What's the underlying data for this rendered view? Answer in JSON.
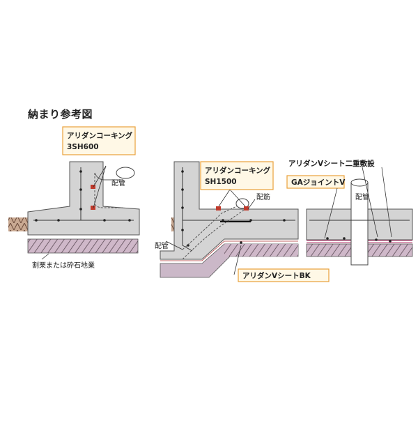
{
  "title": "納まり参考図",
  "labels": {
    "caulk_3sh600_line1": "アリダンコーキング",
    "caulk_3sh600_line2": "3SH600",
    "caulk_sh1500_line1": "アリダンコーキング",
    "caulk_sh1500_line2": "SH1500",
    "pipe_left": "配管",
    "pipe_mid": "配管",
    "pipe_right": "配管",
    "rebar": "配筋",
    "gravel": "割栗または砕石地業",
    "sheet_bk": "アリダンVシートBK",
    "sheet_double": "アリダンVシート二重敷設",
    "ga_joint": "GAジョイントV"
  },
  "colors": {
    "concrete": "#d4d4d4",
    "concrete_edge": "#555555",
    "soil": "#b89b86",
    "gravel_band": "#cbb8c8",
    "sealant": "#c0392b",
    "label_box_fill": "#fff8e6",
    "label_box_border": "#e8a03a",
    "sheet_pink": "#d9b3c6"
  }
}
